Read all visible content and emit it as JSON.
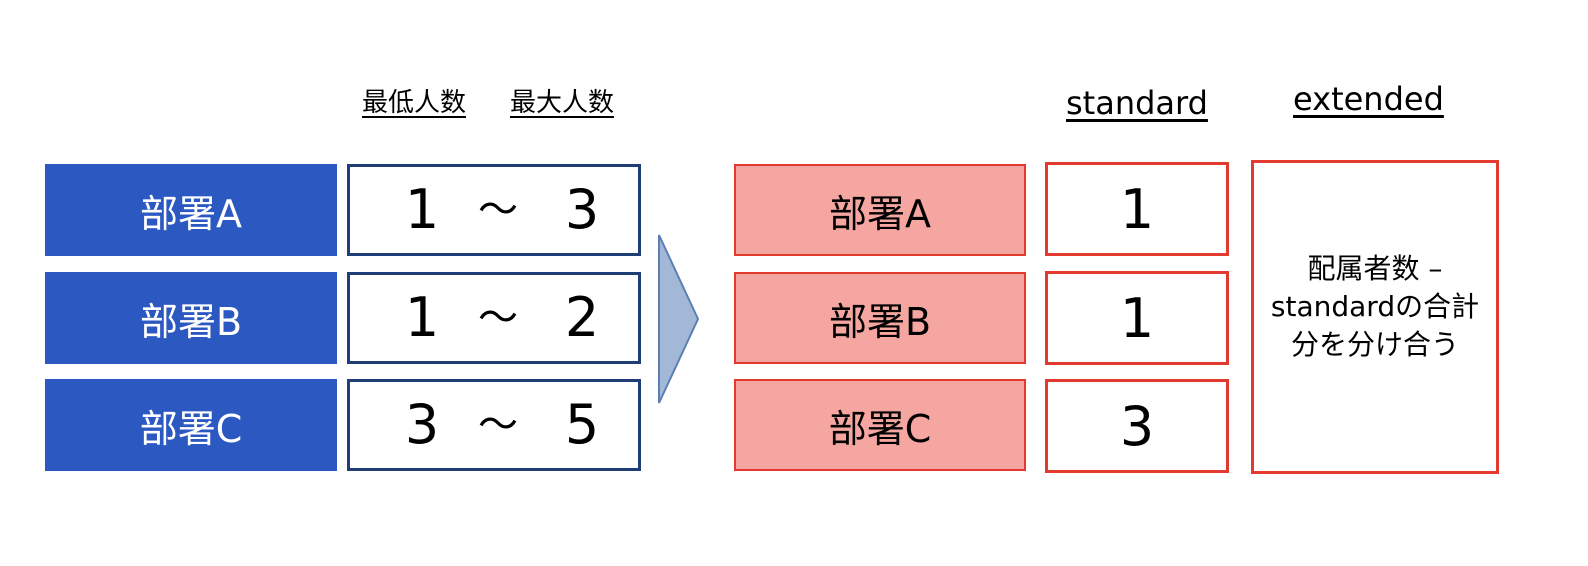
{
  "left_headers": {
    "min": "最低人数",
    "max": "最大人数"
  },
  "left_rows": [
    {
      "dept": "部署A",
      "min": "1",
      "tilde": "～",
      "max": "3"
    },
    {
      "dept": "部署B",
      "min": "1",
      "tilde": "～",
      "max": "2"
    },
    {
      "dept": "部署C",
      "min": "3",
      "tilde": "～",
      "max": "5"
    }
  ],
  "right_headers": {
    "standard": "standard",
    "extended": "extended"
  },
  "right_rows": [
    {
      "dept": "部署A",
      "standard": "1"
    },
    {
      "dept": "部署B",
      "standard": "1"
    },
    {
      "dept": "部署C",
      "standard": "3"
    }
  ],
  "extended_text": [
    "配属者数 –",
    "standardの合計",
    "分を分け合う"
  ],
  "colors": {
    "dept_blue": "#2c58c2",
    "range_border": "#1f3e75",
    "dept_pink": "#f6a6a1",
    "red_border": "#e23a2e",
    "arrow": "#a3b8d6"
  },
  "arrow_icon": "right-triangle-arrow"
}
